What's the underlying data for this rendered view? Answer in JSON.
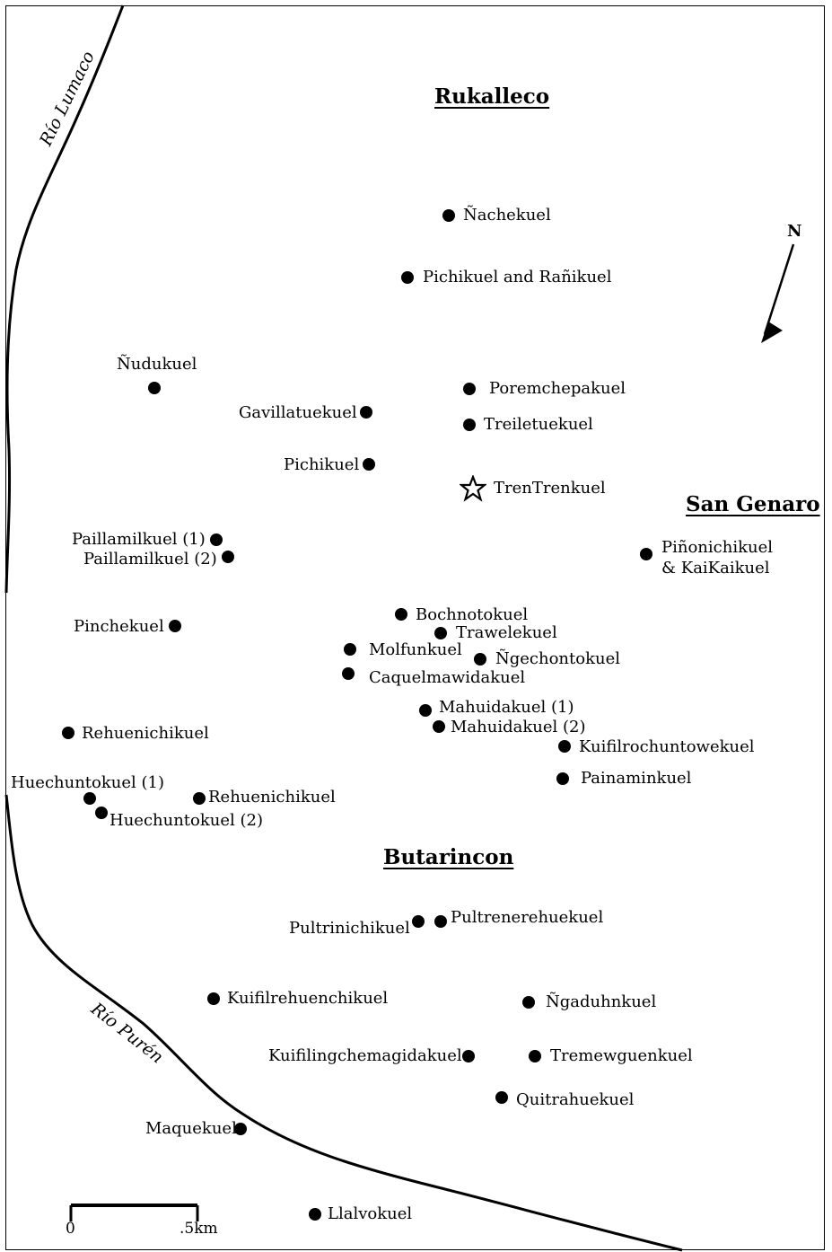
{
  "map": {
    "regions": [
      {
        "id": "rukalleco",
        "label": "Rukalleco"
      },
      {
        "id": "san-genaro",
        "label": "San Genaro"
      },
      {
        "id": "butarincon",
        "label": "Butarincon"
      }
    ],
    "rivers": [
      {
        "id": "lumaco",
        "label": "Río Lumaco"
      },
      {
        "id": "puren",
        "label": "Río Purén"
      }
    ],
    "north": "N",
    "scale": {
      "start": "0",
      "end": ".5km"
    },
    "sites": [
      {
        "id": "nachekuel",
        "label": "Ñachekuel",
        "marker": "dot"
      },
      {
        "id": "pichikuel-ranikuel",
        "label": "Pichikuel and Rañikuel",
        "marker": "dot"
      },
      {
        "id": "nudukuel",
        "label": "Ñudukuel",
        "marker": "dot"
      },
      {
        "id": "poremchepakuel",
        "label": "Poremchepakuel",
        "marker": "dot"
      },
      {
        "id": "gavillatuekuel",
        "label": "Gavillatuekuel",
        "marker": "dot"
      },
      {
        "id": "treiletuekuel",
        "label": "Treiletuekuel",
        "marker": "dot"
      },
      {
        "id": "pichikuel",
        "label": "Pichikuel",
        "marker": "dot"
      },
      {
        "id": "trentrenkuel",
        "label": "TrenTrenkuel",
        "marker": "star"
      },
      {
        "id": "paillamilkuel-1",
        "label": "Paillamilkuel (1)",
        "marker": "dot"
      },
      {
        "id": "paillamilkuel-2",
        "label": "Paillamilkuel (2)",
        "marker": "dot"
      },
      {
        "id": "pinonichikuel",
        "label": "Piñonichikuel",
        "label2": "& KaiKaikuel",
        "marker": "dot"
      },
      {
        "id": "pinchekuel",
        "label": "Pinchekuel",
        "marker": "dot"
      },
      {
        "id": "bochnotokuel",
        "label": "Bochnotokuel",
        "marker": "dot"
      },
      {
        "id": "trawelekuel",
        "label": "Trawelekuel",
        "marker": "dot"
      },
      {
        "id": "molfunkuel",
        "label": "Molfunkuel",
        "marker": "dot"
      },
      {
        "id": "ngechontokuel",
        "label": "Ñgechontokuel",
        "marker": "dot"
      },
      {
        "id": "caquelmawidakuel",
        "label": "Caquelmawidakuel",
        "marker": "dot"
      },
      {
        "id": "mahuidakuel-1",
        "label": "Mahuidakuel (1)",
        "marker": "dot"
      },
      {
        "id": "mahuidakuel-2",
        "label": "Mahuidakuel (2)",
        "marker": "dot"
      },
      {
        "id": "rehuenichikuel-w",
        "label": "Rehuenichikuel",
        "marker": "dot"
      },
      {
        "id": "kuifilrochuntowekuel",
        "label": "Kuifilrochuntowekuel",
        "marker": "dot"
      },
      {
        "id": "painaminkuel",
        "label": "Painaminkuel",
        "marker": "dot"
      },
      {
        "id": "huechuntokuel-1",
        "label": "Huechuntokuel (1)",
        "marker": "dot"
      },
      {
        "id": "rehuenichikuel-c",
        "label": "Rehuenichikuel",
        "marker": "dot"
      },
      {
        "id": "huechuntokuel-2",
        "label": "Huechuntokuel (2)",
        "marker": "dot"
      },
      {
        "id": "pultrinichikuel",
        "label": "Pultrinichikuel",
        "marker": "dot"
      },
      {
        "id": "pultrenerehuekuel",
        "label": "Pultrenerehuekuel",
        "marker": "dot"
      },
      {
        "id": "kuifilrehuenchikuel",
        "label": "Kuifilrehuenchikuel",
        "marker": "dot"
      },
      {
        "id": "ngaduhnkuel",
        "label": "Ñgaduhnkuel",
        "marker": "dot"
      },
      {
        "id": "kuifilingchemagidakuel",
        "label": "Kuifilingchemagidakuel",
        "marker": "dot"
      },
      {
        "id": "tremewguenkuel",
        "label": "Tremewguenkuel",
        "marker": "dot"
      },
      {
        "id": "quitrahuekuel",
        "label": "Quitrahuekuel",
        "marker": "dot"
      },
      {
        "id": "maquekuel",
        "label": "Maquekuel",
        "marker": "dot"
      },
      {
        "id": "llalvokuel",
        "label": "Llalvokuel",
        "marker": "dot"
      }
    ]
  }
}
